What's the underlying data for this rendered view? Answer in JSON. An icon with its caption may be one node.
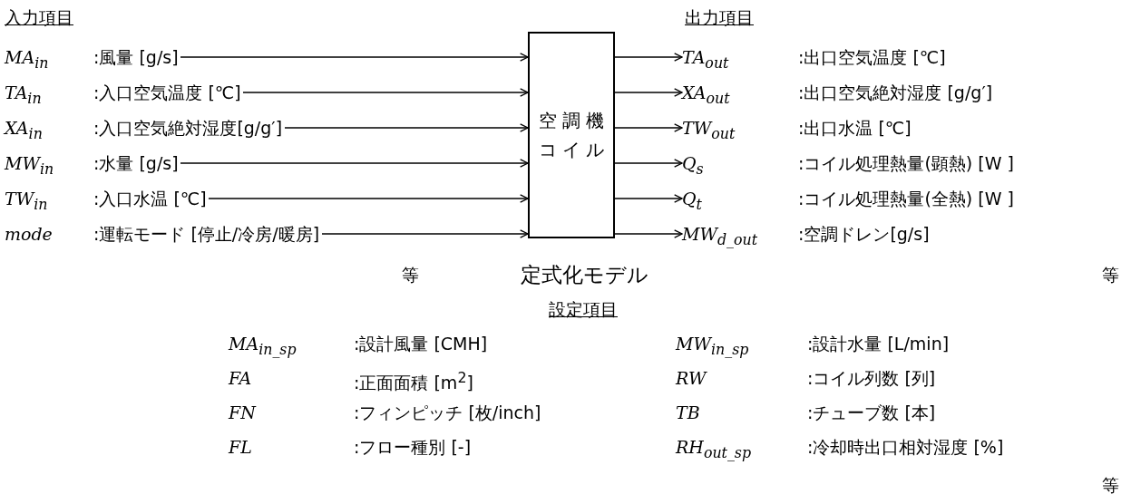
{
  "diagram": {
    "nodes": [
      {
        "text": [
          "空調機コイル"
        ],
        "beside": [
          "定式化モデル"
        ]
      },
      {
        "text": [
          "MA$_{in}$",
          ":風量 [g/s]"
        ]
      },
      {
        "text": [
          "TA$_{in}$",
          ":入口空気温度 [℃]"
        ]
      },
      {
        "text": [
          "XA$_{in}$",
          ":入口空気絶対湿度[g/g′]"
        ]
      },
      {
        "text": [
          "MW$_{in}$",
          ":水量 [g/s]"
        ]
      },
      {
        "text": [
          "TW$_{in}$",
          ":入口水温 [℃]"
        ]
      },
      {
        "text": [
          "mode",
          ":運転モード [停止/冷房/暖房]"
        ]
      },
      {
        "text": [
          "TA$_{out}$",
          ":出口空気温度 [℃]"
        ]
      },
      {
        "text": [
          "XA$_{out}$",
          ":出口空気絶対湿度 [g/g′]"
        ]
      },
      {
        "text": [
          "TW$_{out}$",
          ":出口水温 [℃]"
        ]
      },
      {
        "text": [
          "Q$_{s}$",
          ":コイル処理熱量(顕熱) [W ]"
        ]
      },
      {
        "text": [
          "Q$_{t}$",
          ":コイル処理熱量(全熱) [W ]"
        ]
      },
      {
        "text": [
          "MW$_{d_out}$",
          ":空調ドレン[g/s]"
        ]
      }
    ],
    "edges": [
      {
        "from": 1,
        "to": 0,
        "arrow": "to"
      },
      {
        "from": 2,
        "to": 0,
        "arrow": "to"
      },
      {
        "from": 3,
        "to": 0,
        "arrow": "to"
      },
      {
        "from": 4,
        "to": 0,
        "arrow": "to"
      },
      {
        "from": 5,
        "to": 0,
        "arrow": "to"
      },
      {
        "from": 6,
        "to": 0,
        "arrow": "to"
      },
      {
        "from": 0,
        "to": 7,
        "arrow": "to"
      },
      {
        "from": 0,
        "to": 8,
        "arrow": "to"
      },
      {
        "from": 0,
        "to": 9,
        "arrow": "to"
      },
      {
        "from": 0,
        "to": 10,
        "arrow": "to"
      },
      {
        "from": 0,
        "to": 11,
        "arrow": "to"
      },
      {
        "from": 0,
        "to": 12,
        "arrow": "to"
      }
    ],
    "labels": [
      "入力項目",
      "出力項目",
      "等",
      "等",
      "設定項目",
      "MA$_{in_sp}$",
      ":設計風量 [CMH]",
      "MW$_{in_sp}$",
      ":設計水量 [L/min]",
      "FA",
      ":正面面積 [m$^{2}$]",
      "RW",
      ":コイル列数 [列]",
      "FN",
      ":フィンピッチ [枚/inch]",
      "TB",
      ":チューブ数 [本]",
      "FL",
      ":フロー種別 [-]",
      "RH$_{out_sp}$",
      ":冷却時出口相対湿度 [%]",
      "等"
    ]
  }
}
